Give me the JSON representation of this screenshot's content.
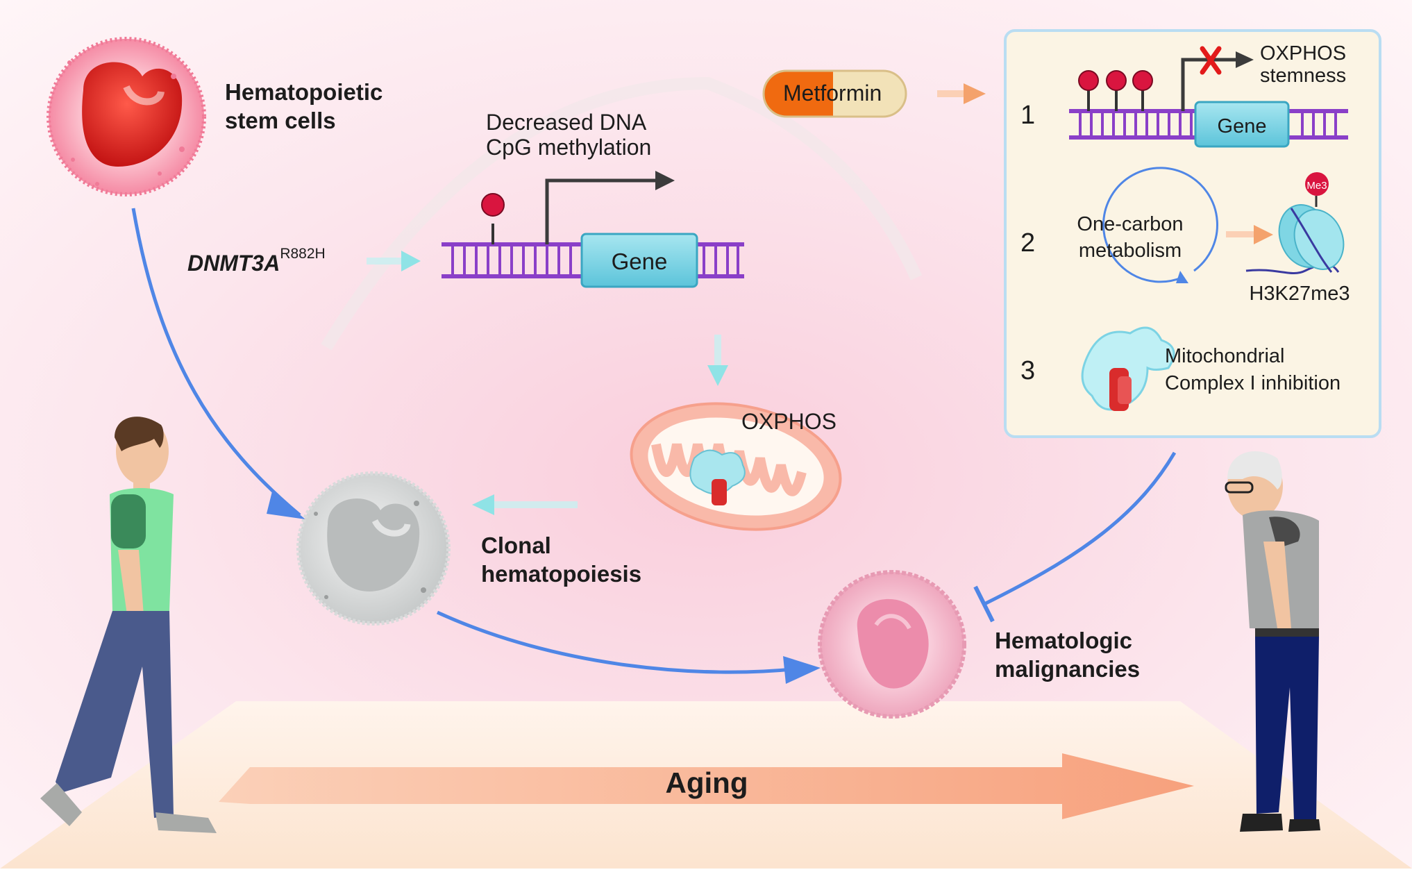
{
  "labels": {
    "hsc_line1": "Hematopoietic",
    "hsc_line2": "stem cells",
    "dnmt3a": "DNMT3A",
    "dnmt3a_sup": "R882H",
    "decreased_line1": "Decreased  DNA",
    "decreased_line2": "CpG methylation",
    "gene": "Gene",
    "oxphos_mito": "OXPHOS",
    "clonal_line1": "Clonal",
    "clonal_line2": "hematopoiesis",
    "malig_line1": "Hematologic",
    "malig_line2": "malignancies",
    "aging": "Aging",
    "metformin_part1": "Met",
    "metformin_part2": "formin"
  },
  "panel": {
    "n1": "1",
    "n2": "2",
    "n3": "3",
    "oxphos": "OXPHOS",
    "stemness": "stemness",
    "gene": "Gene",
    "onecarbon_line1": "One-carbon",
    "onecarbon_line2": "metabolism",
    "me3": "Me3",
    "h3k27me3": "H3K27me3",
    "mito_line1": "Mitochondrial",
    "mito_line2": "Complex I inhibition"
  },
  "colors": {
    "flow_arrow": "#4f86e6",
    "cyan_arrow": "#8fe3e6",
    "dna_purple": "#8a3fc8",
    "gene_box": "#7cd3e4",
    "methyl_red": "#d9153f",
    "metformin_orange": "#f06a10",
    "metformin_cream": "#f2e2b8",
    "panel_border": "#b9ddf2",
    "aging_arrow": "#f8b08c"
  }
}
